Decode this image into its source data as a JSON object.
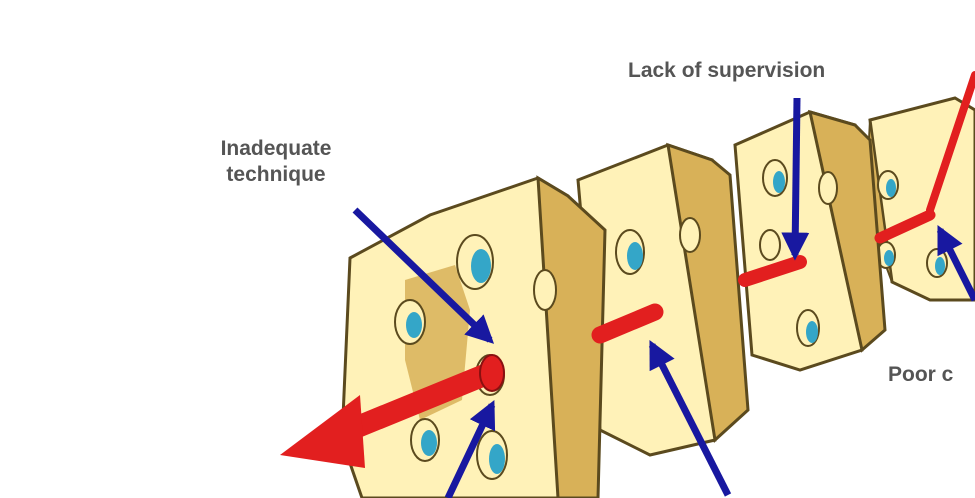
{
  "labels": {
    "lack_of_supervision": "Lack of supervision",
    "inadequate_technique_line1": "Inadequate",
    "inadequate_technique_line2": "technique",
    "poor_partial": "Poor c"
  },
  "colors": {
    "cheese_face": "#fff2b8",
    "cheese_side": "#d8b158",
    "cheese_outline": "#5b4a1e",
    "hole_blue": "#34a6c8",
    "failure_arrow": "#e21f1f",
    "hazard_arrow": "#1818a0",
    "label_text": "#555555"
  },
  "icons": {
    "slice": "swiss-cheese-slice-icon",
    "hazard": "blue-hazard-arrow-icon",
    "trajectory": "red-failure-trajectory-arrow-icon"
  }
}
